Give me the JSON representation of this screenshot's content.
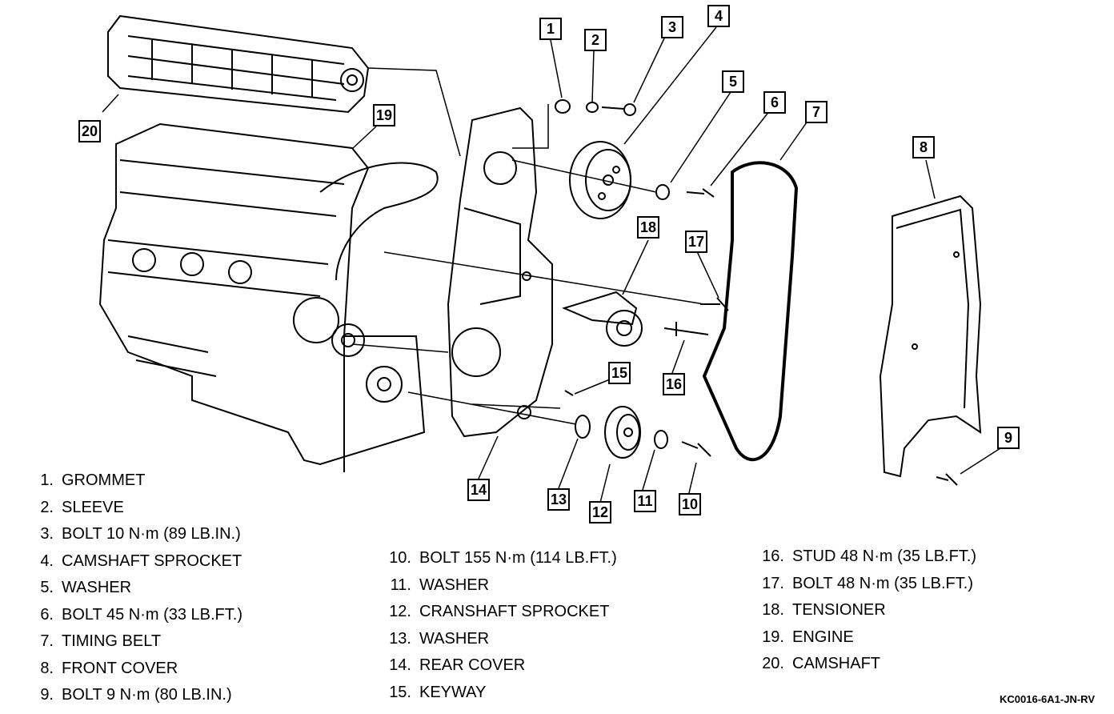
{
  "callouts": [
    "1",
    "2",
    "3",
    "4",
    "5",
    "6",
    "7",
    "8",
    "9",
    "10",
    "11",
    "12",
    "13",
    "14",
    "15",
    "16",
    "17",
    "18",
    "19",
    "20"
  ],
  "legend": {
    "col1": [
      {
        "num": "1.",
        "text": "GROMMET"
      },
      {
        "num": "2.",
        "text": "SLEEVE"
      },
      {
        "num": "3.",
        "text": "BOLT 10 N·m (89 LB.IN.)"
      },
      {
        "num": "4.",
        "text": "CAMSHAFT SPROCKET"
      },
      {
        "num": "5.",
        "text": "WASHER"
      },
      {
        "num": "6.",
        "text": "BOLT 45 N·m (33 LB.FT.)"
      },
      {
        "num": "7.",
        "text": "TIMING BELT"
      },
      {
        "num": "8.",
        "text": "FRONT COVER"
      },
      {
        "num": "9.",
        "text": "BOLT 9 N·m (80 LB.IN.)"
      }
    ],
    "col2": [
      {
        "num": "10.",
        "text": "BOLT 155 N·m (114 LB.FT.)"
      },
      {
        "num": "11.",
        "text": "WASHER"
      },
      {
        "num": "12.",
        "text": "CRANSHAFT SPROCKET"
      },
      {
        "num": "13.",
        "text": "WASHER"
      },
      {
        "num": "14.",
        "text": "REAR COVER"
      },
      {
        "num": "15.",
        "text": "KEYWAY"
      }
    ],
    "col3": [
      {
        "num": "16.",
        "text": "STUD 48 N·m (35 LB.FT.)"
      },
      {
        "num": "17.",
        "text": "BOLT 48 N·m (35 LB.FT.)"
      },
      {
        "num": "18.",
        "text": "TENSIONER"
      },
      {
        "num": "19.",
        "text": "ENGINE"
      },
      {
        "num": "20.",
        "text": "CAMSHAFT"
      }
    ]
  },
  "reference_code": "KC0016-6A1-JN-RV"
}
